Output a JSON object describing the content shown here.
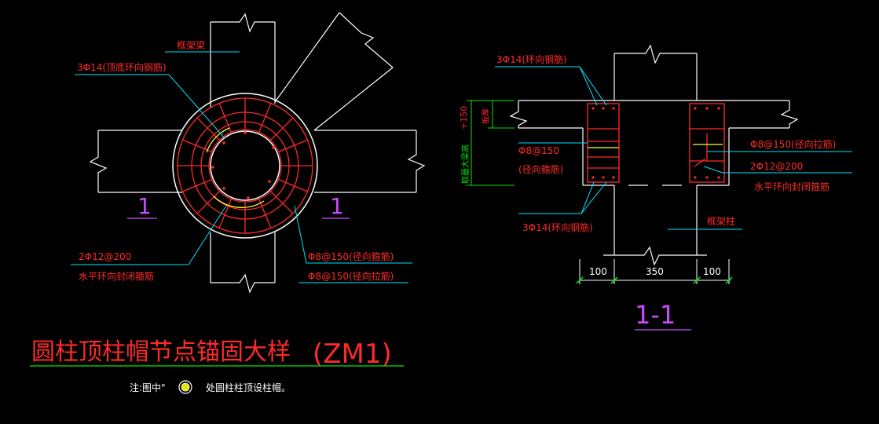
{
  "plan": {
    "label_frame_beam": "框架梁",
    "label_top_bottom_ring": "3Φ14(顶底环向钢筋)",
    "label_horizontal_hoop_1": "2Φ12@200",
    "label_horizontal_hoop_2": "水平环向封闭箍筋",
    "label_radial_stirrup": "Φ8@150(径向箍筋)",
    "label_radial_tie": "Φ8@150(径向拉筋)",
    "section_mark_left": "1",
    "section_mark_right": "1",
    "title": "圆柱顶柱帽节点锚固大样",
    "title_code": "(ZM1)",
    "note_prefix": "注:图中\"",
    "note_suffix": "处圆柱柱顶设柱帽。"
  },
  "section": {
    "label_ring_top": "3Φ14(环向钢筋)",
    "label_ring_bottom": "3Φ14(环向钢筋)",
    "label_radial_stirrup_1": "Φ8@150",
    "label_radial_stirrup_2": "(径向箍筋)",
    "label_radial_tie": "Φ8@150(径向拉筋)",
    "label_hoop_1": "2Φ12@200",
    "label_hoop_2": "水平环向封闭箍筋",
    "label_frame_column": "框架柱",
    "dim_plus_150": "+150",
    "dim_slab": "板厚",
    "dim_beam_depth": "取最大梁高",
    "dim_left": "100",
    "dim_middle": "350",
    "dim_right": "100",
    "section_title": "1-1"
  },
  "colors": {
    "background": "#000000",
    "concrete": "#ffffff",
    "rebar": "#ff2a2a",
    "leader": "#00e5ff",
    "dimension": "#00e600",
    "hoop": "#ffff33",
    "section_mark": "#c84cff"
  }
}
